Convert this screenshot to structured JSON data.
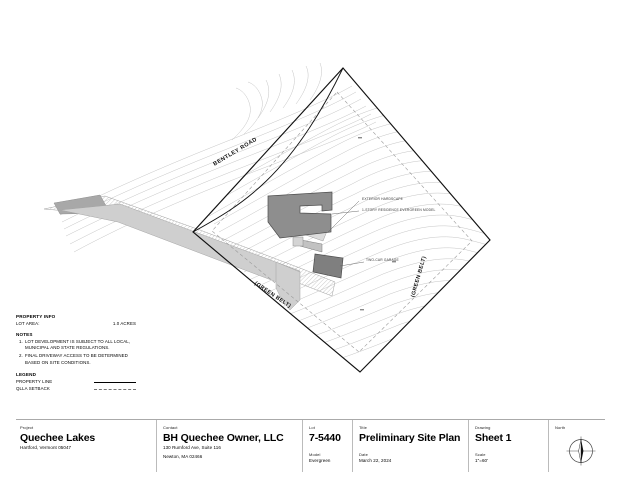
{
  "sheet": {
    "drawing_type": "architectural-site-plan"
  },
  "plan": {
    "labels": {
      "road": "BENTLEY ROAD",
      "green_belt_left": "(GREEN BELT)",
      "green_belt_right": "(GREEN BELT)",
      "hardscape": "EXTERIOR HARDSCAPE",
      "residence": "1-STORY RESIDENCE EVERGREEN MODEL",
      "garage": "TWO-CAR GARAGE"
    },
    "colors": {
      "property_line": "#000000",
      "setback_line": "#888888",
      "contour_line": "#b9b9b9",
      "building_fill": "#8e8e8e",
      "building_stroke": "#4a4a4a",
      "driveway_fill": "#c8c8c8",
      "hardscape_fill": "#d8d8d8"
    }
  },
  "property_info": {
    "heading": "PROPERTY INFO",
    "rows": [
      {
        "label": "LOT AREA:",
        "value": "1.0 ACRES"
      }
    ]
  },
  "notes": {
    "heading": "NOTES",
    "items": [
      {
        "num": "1.",
        "text": "LOT DEVELOPMENT IS SUBJECT TO ALL LOCAL, MUNICIPAL AND STATE REGULATIONS."
      },
      {
        "num": "2.",
        "text": "FINAL DRIVEWAY ACCESS TO BE DETERMINED BASED ON SITE CONDITIONS."
      }
    ]
  },
  "legend": {
    "heading": "LEGEND",
    "items": [
      {
        "label": "PROPERTY LINE",
        "style": "solid"
      },
      {
        "label": "QLLA SETBACK",
        "style": "dashed"
      }
    ]
  },
  "title_block": {
    "project": {
      "caption": "Project",
      "name": "Quechee Lakes",
      "address": "Hartford, Vermont 05047"
    },
    "contact": {
      "caption": "Contact",
      "name": "BH Quechee Owner, LLC",
      "address_line1": "130 Rumford Ave, Suite 116",
      "address_line2": "Newton, MA  02466"
    },
    "lot": {
      "caption": "Lot",
      "value": "7-5440",
      "model_caption": "Model",
      "model_value": "Evergreen"
    },
    "title": {
      "caption": "Title",
      "value": "Preliminary Site Plan",
      "date_caption": "Date",
      "date_value": "March 22, 2024"
    },
    "drawing": {
      "caption": "Drawing",
      "value": "Sheet 1",
      "scale_caption": "Scale",
      "scale_value": "1\"=60'"
    },
    "north": {
      "caption": "North"
    }
  }
}
